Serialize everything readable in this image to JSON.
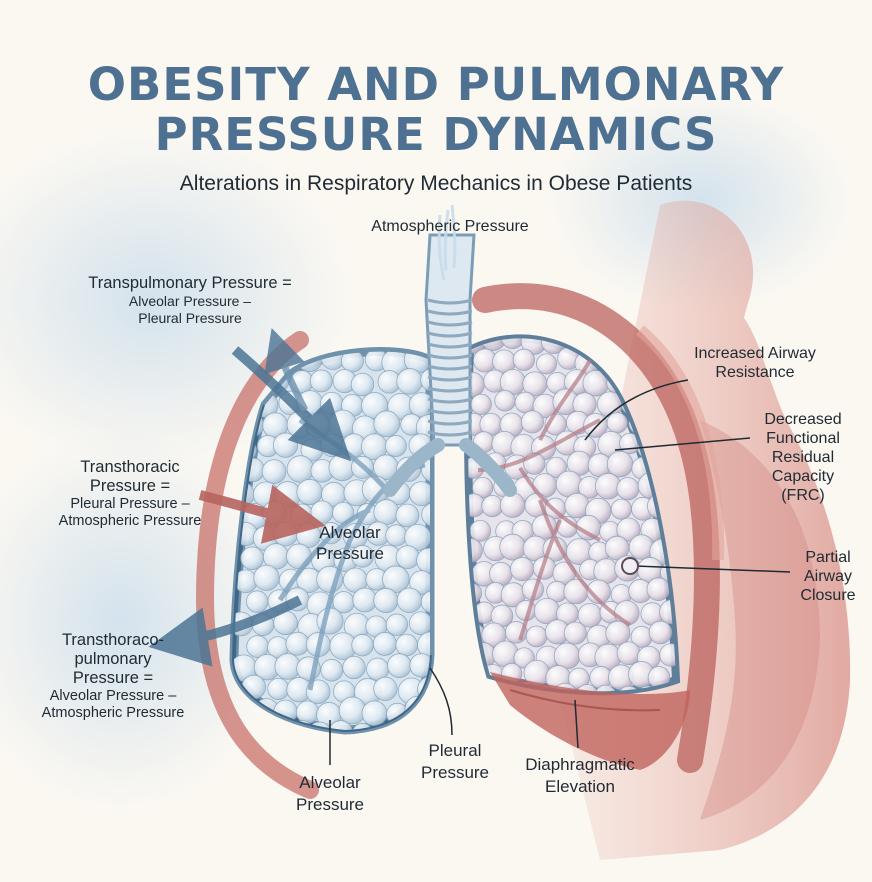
{
  "title": {
    "line1": "OBESITY AND PULMONARY",
    "line2": "PRESSURE DYNAMICS"
  },
  "subtitle": "Alterations in Respiratory Mechanics in Obese Patients",
  "labels": {
    "atmospheric": "Atmospheric Pressure",
    "transpulmonary": {
      "l1": "Transpulmonary Pressure =",
      "l2": "Alveolar Pressure –",
      "l3": "Pleural Pressure"
    },
    "transthoracic": {
      "l1": "Transthoracic",
      "l2": "Pressure =",
      "l3": "Pleural Pressure –",
      "l4": "Atmospheric Pressure"
    },
    "transthoracopulmonary": {
      "l1": "Transthoraco-",
      "l2": "pulmonary",
      "l3": "Pressure =",
      "l4": "Alveolar Pressure –",
      "l5": "Atmospheric Pressure"
    },
    "alveolar_center": {
      "l1": "Alveolar",
      "l2": "Pressure"
    },
    "alveolar_bottom": {
      "l1": "Alveolar",
      "l2": "Pressure"
    },
    "pleural": {
      "l1": "Pleural",
      "l2": "Pressure"
    },
    "diaphragmatic": {
      "l1": "Diaphragmatic",
      "l2": "Elevation"
    },
    "airway_resistance": {
      "l1": "Increased Airway",
      "l2": "Resistance"
    },
    "frc": {
      "l1": "Decreased",
      "l2": "Functional",
      "l3": "Residual",
      "l4": "Capacity",
      "l5": "(FRC)"
    },
    "airway_closure": {
      "l1": "Partial",
      "l2": "Airway",
      "l3": "Closure"
    }
  },
  "colors": {
    "title": "#4f7191",
    "blue_watercolor": "#9fbcd3",
    "red_watercolor": "#c86b63",
    "skin": "#e6b9ad",
    "text": "#1f2a33"
  }
}
